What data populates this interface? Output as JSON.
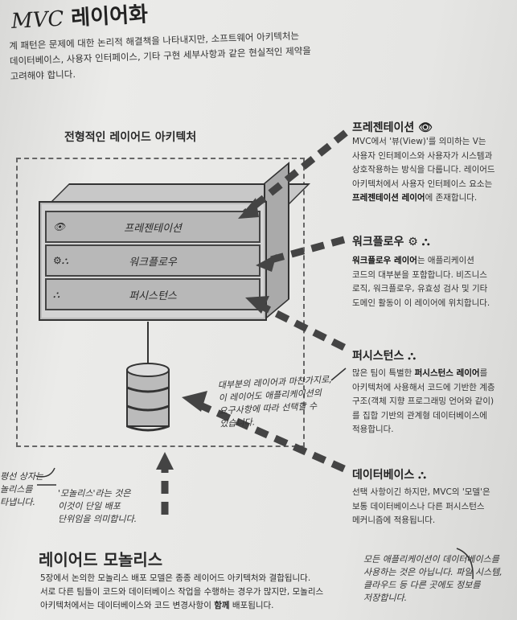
{
  "page_title": {
    "prefix": "MVC",
    "main": "레이어화"
  },
  "intro": [
    "계 패턴은 문제에 대한 논리적 해결책을 나타내지만, 소프트웨어 아키텍처는",
    "데이터베이스, 사용자 인터페이스, 기타 구현 세부사항과 같은 현실적인 제약을",
    "고려해야 합니다."
  ],
  "diagram": {
    "title": "전형적인 레이어드 아키텍처",
    "layers": [
      "프레젠테이션",
      "워크플로우",
      "퍼시스턴스"
    ],
    "db_note": [
      "대부분의 레이어과 마찬가지로,",
      "이 레이어도 애플리케이션의",
      "요구사항에 따라 선택할 수",
      "있습니다."
    ],
    "left_note": [
      "평선 상자는",
      "놀리스를",
      "타냅니다."
    ],
    "monolith_note": [
      "'모놀리스'라는 것은",
      "이것이 단일 배포",
      "단위임을 의미합니다."
    ]
  },
  "sections": [
    {
      "heading": "프레젠테이션",
      "icon": "eye-icon",
      "body": [
        "MVC에서 '뷰(View)'를 의미하는 V는",
        "사용자 인터페이스와 사용자가 시스템과",
        "상호작용하는 방식을 다룹니다. 레이어드",
        "아키텍처에서 사용자 인터페이스 요소는"
      ],
      "bold_line": "프레젠테이션 레이어",
      "bold_tail": "에 존재합니다."
    },
    {
      "heading": "워크플로우",
      "icon": "gears-icon",
      "bold_line": "워크플로우 레이어",
      "bold_tail": "는 애플리케이션",
      "body": [
        "코드의 대부분을 포함합니다. 비즈니스",
        "로직, 워크플로우, 유효성 검사 및 기타",
        "도메인 활동이 이 레이어에 위치합니다."
      ]
    },
    {
      "heading": "퍼시스턴스",
      "icon": "network-icon",
      "pre": "많은 팀이 특별한 ",
      "bold_line": "퍼시스턴스 레이어",
      "bold_tail": "를",
      "body": [
        "아키텍처에 사용해서 코드에 기반한 계층",
        "구조(객체 지향 프로그래밍 언어와 같이)",
        "를 집합 기반의 관계형 데이터베이스에",
        "적용합니다."
      ]
    },
    {
      "heading": "데이터베이스",
      "icon": "network-icon",
      "body": [
        "선택 사항이긴 하지만, MVC의 '모델'은",
        "보통 데이터베이스나 다른 퍼시스턴스",
        "메커니즘에 적용됩니다."
      ]
    }
  ],
  "db_side_note": [
    "모든 애플리케이션이 데이터베이스를",
    "사용하는 것은 아닙니다. 파일 시스템,",
    "클라우드 등 다른 곳에도 정보를",
    "저장합니다."
  ],
  "bottom": {
    "heading": "레이어드 모놀리스",
    "body": [
      "5장에서 논의한 모놀리스 배포 모델은 종종 레이어드 아키텍처와 결합됩니다.",
      "서로 다른 팀들이 코드와 데이터베이스 작업을 수행하는 경우가 많지만, 모놀리스"
    ],
    "last_pre": "아키텍처에서는 데이터베이스와 코드 변경사항이 ",
    "last_bold": "함께",
    "last_post": " 배포됩니다."
  }
}
